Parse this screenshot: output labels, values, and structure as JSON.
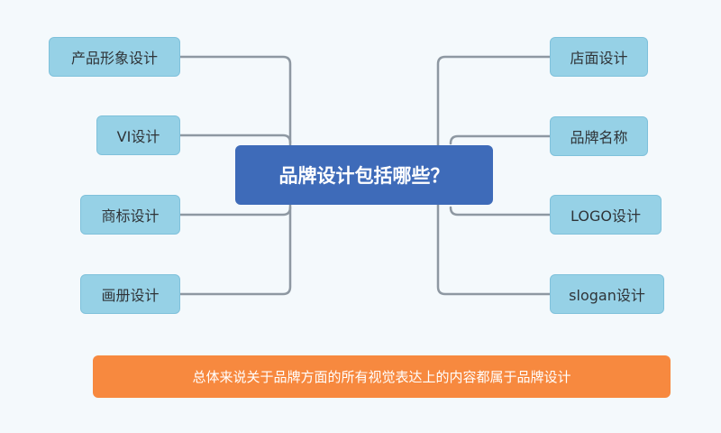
{
  "diagram": {
    "center": "品牌设计包括哪些？",
    "left": [
      "产品形象设计",
      "VI设计",
      "商标设计",
      "画册设计"
    ],
    "right": [
      "店面设计",
      "品牌名称",
      "LOGO设计",
      "slogan设计"
    ],
    "summary": "总体来说关于品牌方面的所有视觉表达上的内容都属于品牌设计"
  },
  "colors": {
    "background": "#f4f9fc",
    "center_node": "#3e6bb9",
    "leaf_node": "#96d1e6",
    "summary_bar": "#f7893f",
    "connector": "#8e98a2"
  }
}
